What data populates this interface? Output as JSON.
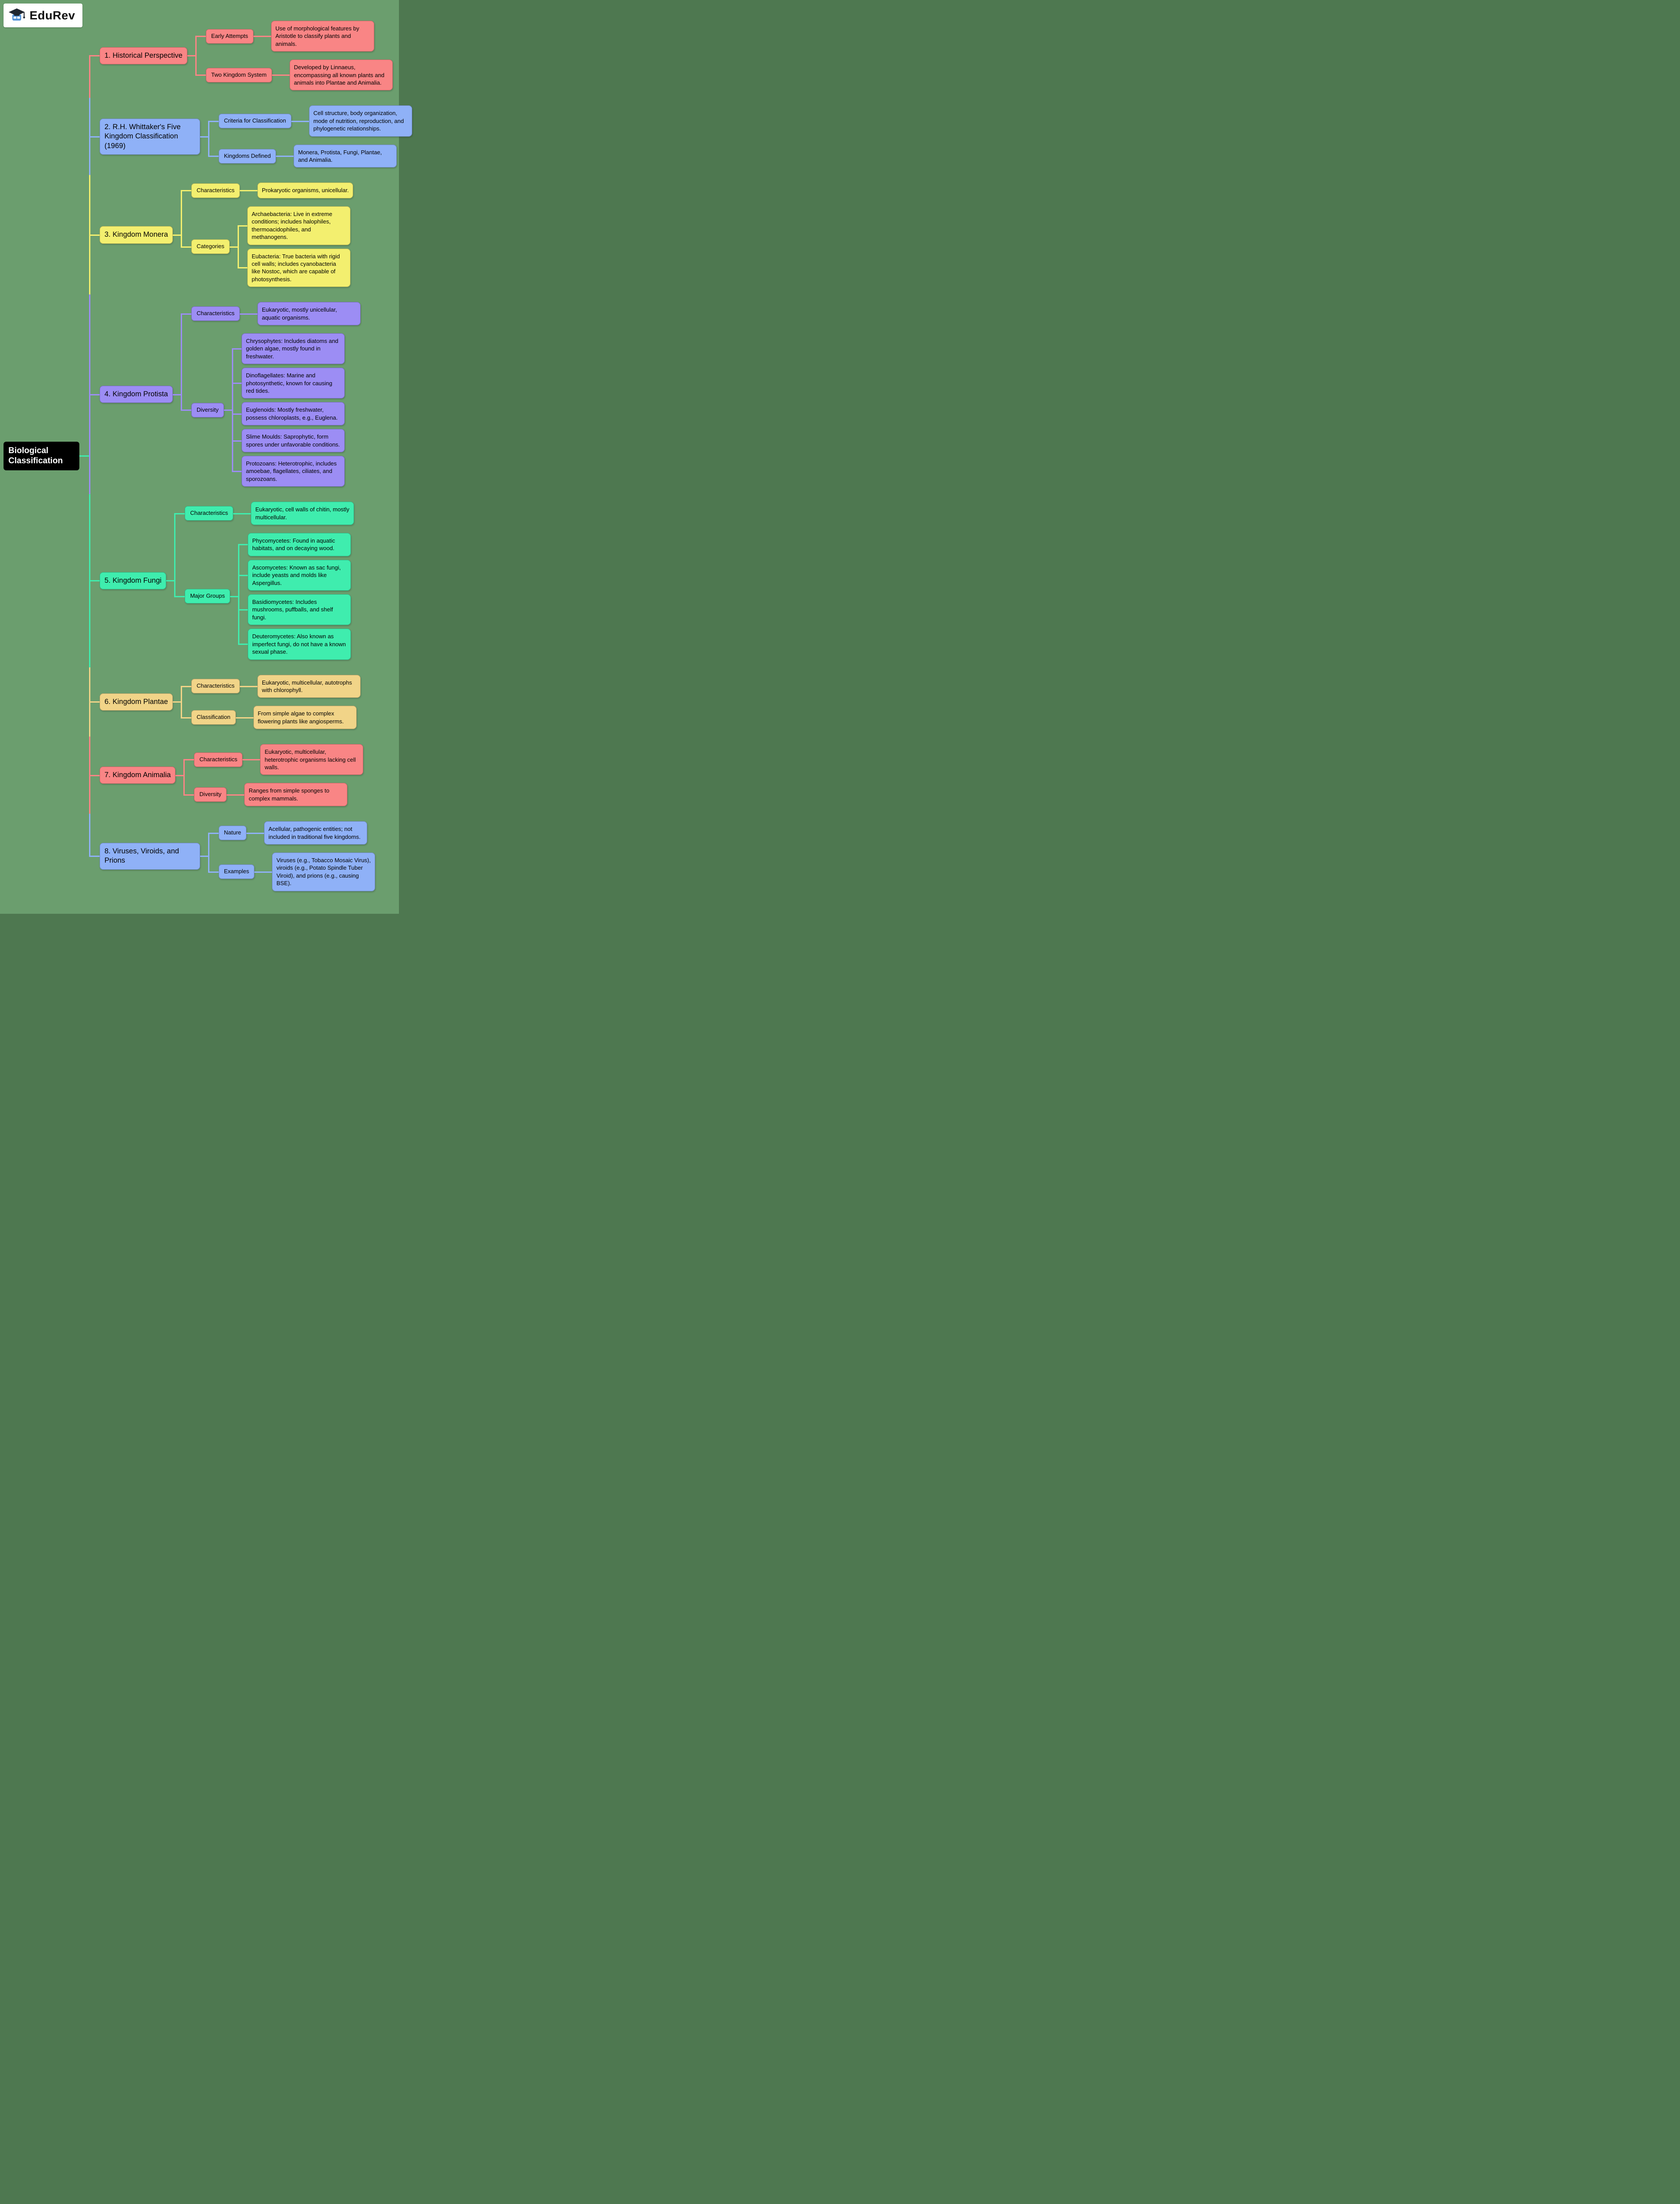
{
  "logo": {
    "text": "EduRev"
  },
  "root": {
    "label": "Biological Classification",
    "bg": "#000000",
    "text_color": "#ffffff"
  },
  "background_color": "#6b9e6e",
  "colors": {
    "salmon": "#f98585",
    "blue": "#8fb1f7",
    "yellow": "#f3ef6f",
    "violet": "#9c8df4",
    "mint": "#3fedae",
    "khaki": "#f1d488"
  },
  "branches": [
    {
      "label": "1. Historical Perspective",
      "color": "#f98585",
      "children": [
        {
          "label": "Early Attempts",
          "leaves": [
            "Use of morphological features by Aristotle to classify plants and animals."
          ]
        },
        {
          "label": "Two Kingdom System",
          "leaves": [
            "Developed by Linnaeus, encompassing all known plants and animals into Plantae and Animalia."
          ]
        }
      ]
    },
    {
      "label": "2. R.H. Whittaker's Five Kingdom Classification (1969)",
      "color": "#8fb1f7",
      "children": [
        {
          "label": "Criteria for Classification",
          "leaves": [
            "Cell structure, body organization, mode of nutrition, reproduction, and phylogenetic relationships."
          ]
        },
        {
          "label": "Kingdoms Defined",
          "leaves": [
            "Monera, Protista, Fungi, Plantae, and Animalia."
          ]
        }
      ]
    },
    {
      "label": "3. Kingdom Monera",
      "color": "#f3ef6f",
      "children": [
        {
          "label": "Characteristics",
          "leaves": [
            "Prokaryotic organisms, unicellular."
          ]
        },
        {
          "label": "Categories",
          "leaves": [
            "Archaebacteria: Live in extreme conditions; includes halophiles, thermoacidophiles, and methanogens.",
            "Eubacteria: True bacteria with rigid cell walls; includes cyanobacteria like Nostoc, which are capable of photosynthesis."
          ]
        }
      ]
    },
    {
      "label": "4. Kingdom Protista",
      "color": "#9c8df4",
      "children": [
        {
          "label": "Characteristics",
          "leaves": [
            "Eukaryotic, mostly unicellular, aquatic organisms."
          ]
        },
        {
          "label": "Diversity",
          "leaves": [
            "Chrysophytes: Includes diatoms and golden algae, mostly found in freshwater.",
            "Dinoflagellates: Marine and photosynthetic, known for causing red tides.",
            "Euglenoids: Mostly freshwater, possess chloroplasts, e.g., Euglena.",
            "Slime Moulds: Saprophytic, form spores under unfavorable conditions.",
            "Protozoans: Heterotrophic, includes amoebae, flagellates, ciliates, and sporozoans."
          ]
        }
      ]
    },
    {
      "label": "5. Kingdom Fungi",
      "color": "#3fedae",
      "children": [
        {
          "label": "Characteristics",
          "leaves": [
            "Eukaryotic, cell walls of chitin, mostly multicellular."
          ]
        },
        {
          "label": "Major Groups",
          "leaves": [
            "Phycomycetes: Found in aquatic habitats, and on decaying wood.",
            "Ascomycetes: Known as sac fungi, include yeasts and molds like Aspergillus.",
            "Basidiomycetes: Includes mushrooms, puffballs, and shelf fungi.",
            "Deuteromycetes: Also known as imperfect fungi, do not have a known sexual phase."
          ]
        }
      ]
    },
    {
      "label": "6. Kingdom Plantae",
      "color": "#f1d488",
      "children": [
        {
          "label": "Characteristics",
          "leaves": [
            "Eukaryotic, multicellular, autotrophs with chlorophyll."
          ]
        },
        {
          "label": "Classification",
          "leaves": [
            "From simple algae to complex flowering plants like angiosperms."
          ]
        }
      ]
    },
    {
      "label": "7. Kingdom Animalia",
      "color": "#f98585",
      "children": [
        {
          "label": "Characteristics",
          "leaves": [
            "Eukaryotic, multicellular, heterotrophic organisms lacking cell walls."
          ]
        },
        {
          "label": "Diversity",
          "leaves": [
            "Ranges from simple sponges to complex mammals."
          ]
        }
      ]
    },
    {
      "label": "8. Viruses, Viroids, and Prions",
      "color": "#8fb1f7",
      "children": [
        {
          "label": "Nature",
          "leaves": [
            "Acellular, pathogenic entities; not included in traditional five kingdoms."
          ]
        },
        {
          "label": "Examples",
          "leaves": [
            "Viruses (e.g., Tobacco Mosaic Virus), viroids (e.g., Potato Spindle Tuber Viroid), and prions (e.g., causing BSE)."
          ]
        }
      ]
    }
  ]
}
